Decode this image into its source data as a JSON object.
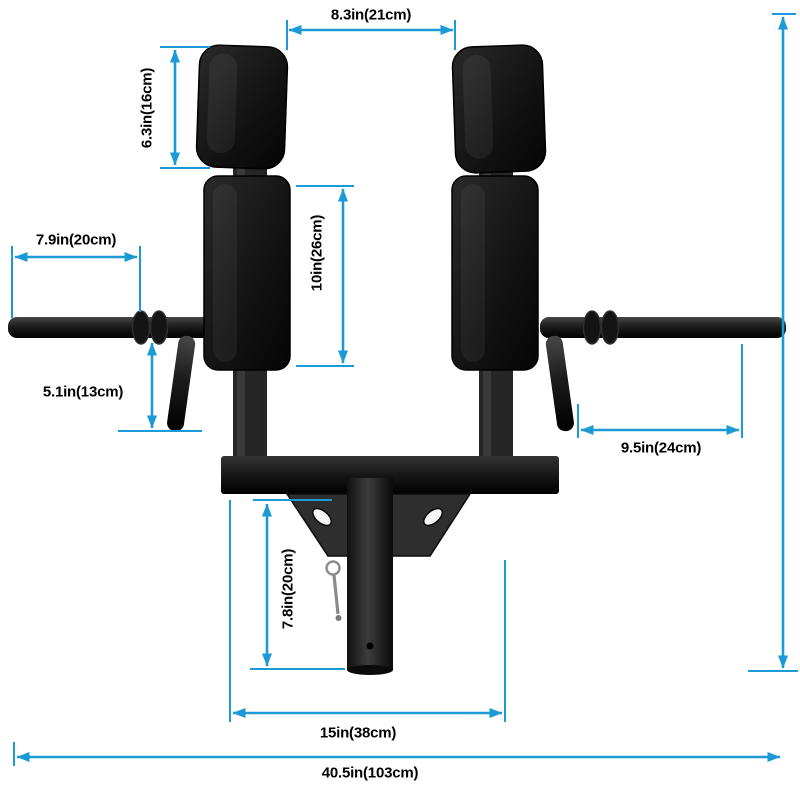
{
  "colors": {
    "dimension_line": "#1c9ad6",
    "frame": "#1a1a1a",
    "label_text": "#000000",
    "background": "#ffffff"
  },
  "dimensions": {
    "top_pad_gap": "8.3in(21cm)",
    "head_pad_height": "6.3in(16cm)",
    "left_handle_length": "7.9in(20cm)",
    "back_pad_height": "10in(26cm)",
    "drop_handle_length": "5.1in(13cm)",
    "right_handle_length": "9.5in(24cm)",
    "lower_post_height": "7.8in(20cm)",
    "base_mount_width": "15in(38cm)",
    "overall_width": "40.5in(103cm)"
  }
}
